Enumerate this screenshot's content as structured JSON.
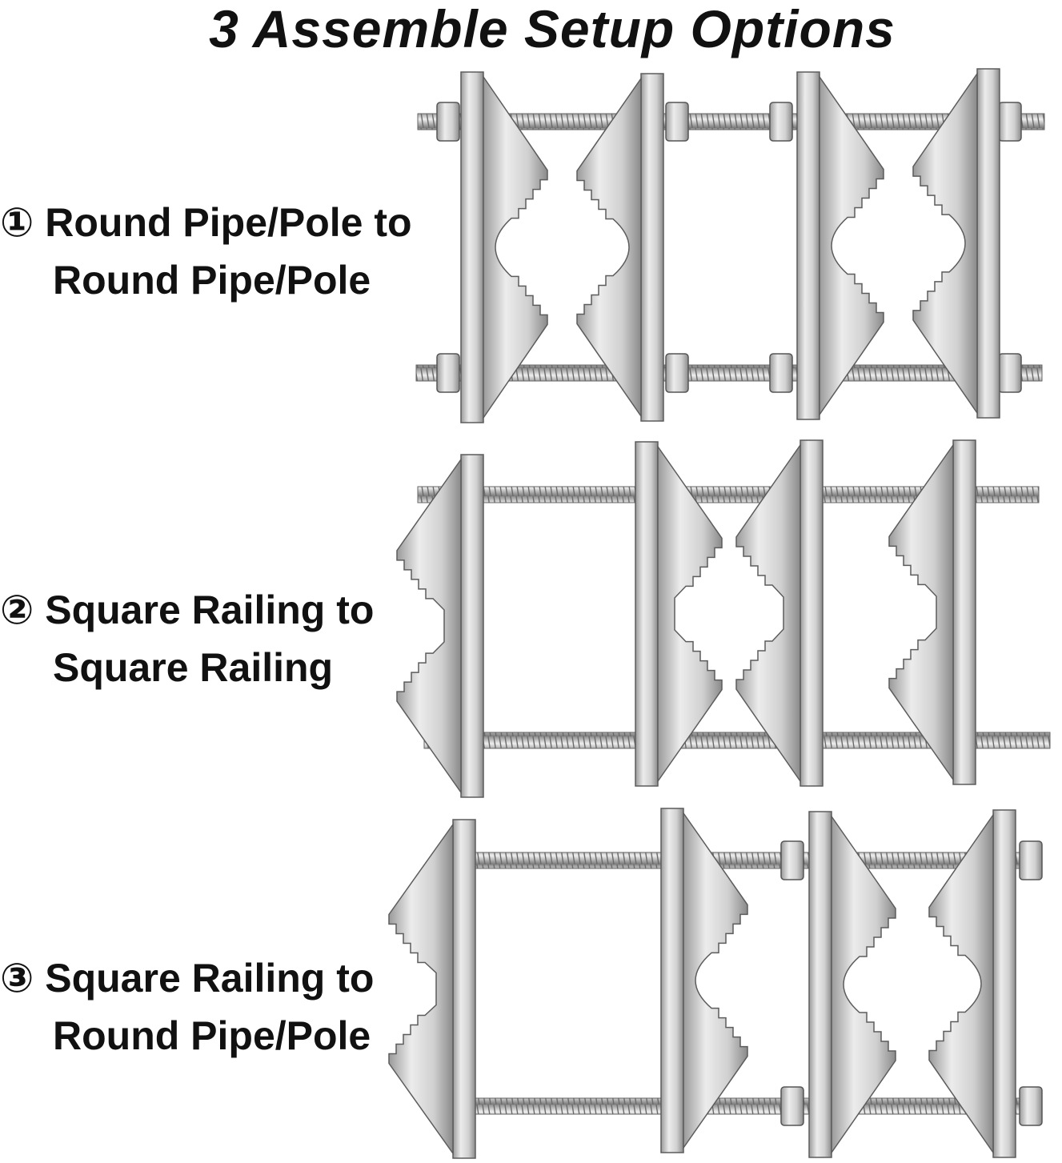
{
  "title": "3 Assemble Setup Options",
  "options": [
    {
      "number": "①",
      "line1": "Round Pipe/Pole to",
      "line2": "Round Pipe/Pole"
    },
    {
      "number": "②",
      "line1": "Square Railing to",
      "line2": "Square Railing"
    },
    {
      "number": "③",
      "line1": "Square Railing to",
      "line2": "Round Pipe/Pole"
    }
  ],
  "colors": {
    "metal_light": "#e6e6e6",
    "metal_mid": "#bdbdbd",
    "metal_dark": "#6e6e6e",
    "text": "#111111"
  }
}
